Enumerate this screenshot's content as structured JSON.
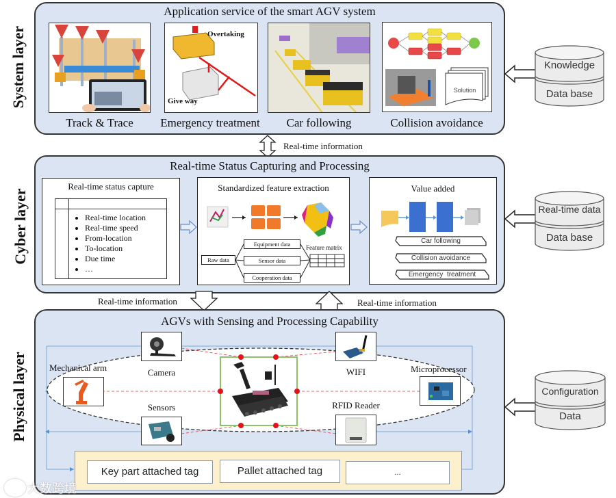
{
  "system_layer": {
    "label": "System layer",
    "title": "Application service of the smart AGV system",
    "services": [
      {
        "caption": "Track & Trace"
      },
      {
        "caption": "Emergency treatment",
        "inner_labels": [
          "Overtaking",
          "Give way"
        ]
      },
      {
        "caption": "Car following"
      },
      {
        "caption": "Collision avoidance",
        "inner_labels": [
          "Solution"
        ]
      }
    ],
    "database": {
      "top": "Knowledge",
      "bottom": "Data base"
    }
  },
  "link_system_cyber": {
    "label": "Real-time information"
  },
  "cyber_layer": {
    "label": "Cyber layer",
    "title": "Real-time Status Capturing and Processing",
    "status_capture": {
      "title": "Real-time status capture",
      "items": [
        "Real-time location",
        "Real-time speed",
        "From-location",
        "To-location",
        "Due time",
        "…"
      ]
    },
    "feature_extraction": {
      "title": "Standardized feature extraction",
      "raw_data": "Raw data",
      "data_types": [
        "Equipment data",
        "Sensor data",
        "Cooperation data"
      ],
      "feature_matrix": "Feature matrix"
    },
    "value_added": {
      "title": "Value added",
      "outputs": [
        "Car following",
        "Collision avoidance",
        "Emergency  treatment"
      ]
    },
    "database": {
      "top": "Real-time data",
      "bottom": "Data base"
    }
  },
  "link_cyber_physical": {
    "down_label": "Real-time information",
    "up_label": "Real-time information"
  },
  "physical_layer": {
    "label": "Physical layer",
    "title": "AGVs with Sensing and Processing Capability",
    "devices": {
      "camera": "Camera",
      "wifi": "WIFI",
      "mechanical_arm": "Mechanical arm",
      "microprocessor": "Microprocessor",
      "sensors": "Sensors",
      "rfid_reader": "RFID Reader"
    },
    "tags": [
      "Key part attached tag",
      "Pallet attached tag",
      "..."
    ],
    "database": {
      "top": "Configuration",
      "bottom": "Data"
    }
  },
  "watermark": "大数跨境",
  "colors": {
    "layer_bg": "#dbe4f3",
    "tag_panel_bg": "#fdf0cc",
    "red_dot": "#e3131b",
    "green_frame": "#8cc26c",
    "blue_line": "#7aa7d8",
    "value_blue": "#3b6fd0",
    "value_yellow": "#f6c75a"
  }
}
